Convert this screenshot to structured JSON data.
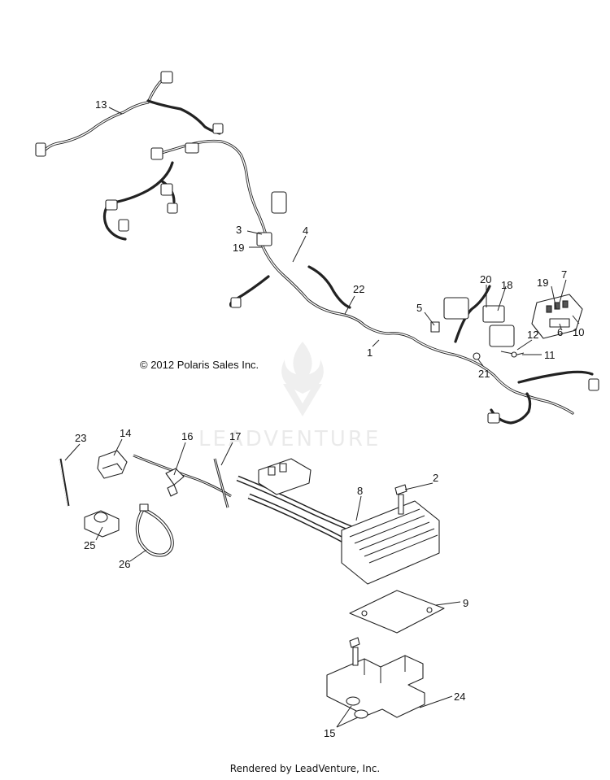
{
  "diagram": {
    "copyright": "© 2012 Polaris Sales Inc.",
    "footer": "Rendered by LeadVenture, Inc.",
    "watermark": "LEADVENTURE",
    "callouts": {
      "c1": "1",
      "c2": "2",
      "c3": "3",
      "c4": "4",
      "c5": "5",
      "c6": "6",
      "c7": "7",
      "c8": "8",
      "c9": "9",
      "c10": "10",
      "c11": "11",
      "c12": "12",
      "c13": "13",
      "c14": "14",
      "c15": "15",
      "c16": "16",
      "c17": "17",
      "c18": "18",
      "c19a": "19",
      "c19b": "19",
      "c20": "20",
      "c21": "21",
      "c22": "22",
      "c23": "23",
      "c24": "24",
      "c25": "25",
      "c26": "26"
    }
  }
}
